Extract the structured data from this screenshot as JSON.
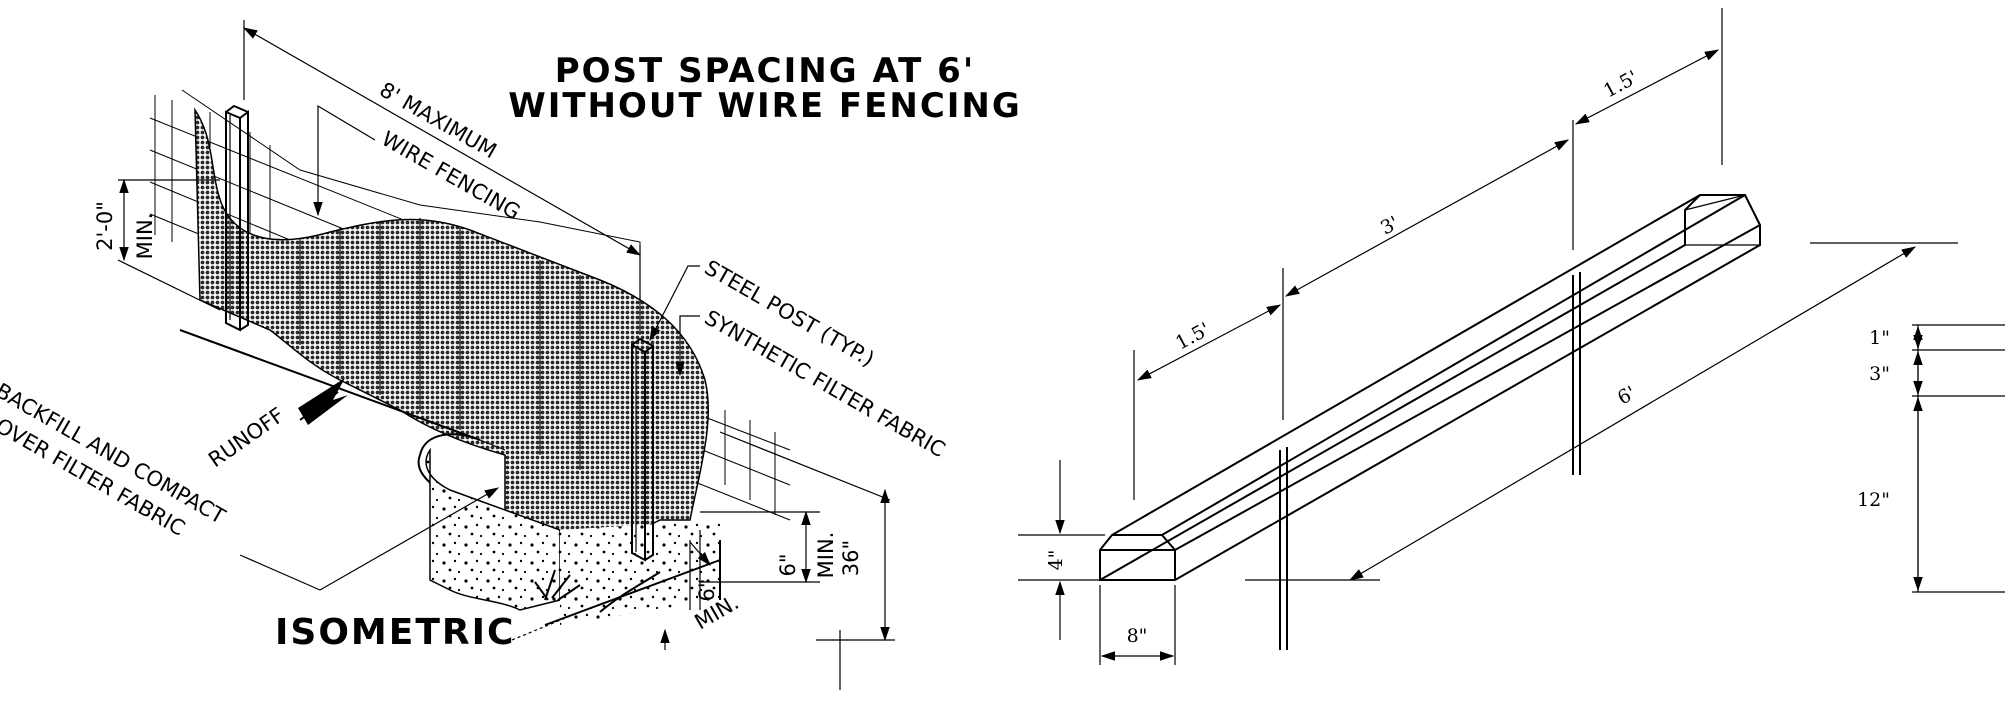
{
  "isometric_view": {
    "title_line1": "POST SPACING AT 6'",
    "title_line2": "WITHOUT WIRE FENCING",
    "spacing_label": "8' MAXIMUM",
    "wire_fencing_label": "WIRE FENCING",
    "steel_post_label": "STEEL POST (TYP.)",
    "filter_fabric_label": "SYNTHETIC FILTER FABRIC",
    "height_label": "2'-0\"",
    "height_min_label": "MIN.",
    "runoff_label": "RUNOFF",
    "backfill_line1": "BACKFILL AND COMPACT",
    "backfill_line2": "OVER FILTER FABRIC",
    "trench_depth_label": "6\"",
    "trench_width_label": "6\"",
    "trench_width_min_label": "MIN.",
    "post_embed_min_label": "MIN.",
    "post_embed_label": "36\"",
    "view_label": "ISOMETRIC"
  },
  "concrete_block": {
    "dim_top_1": "1.5'",
    "dim_middle": "3'",
    "dim_left_1": "1.5'",
    "dim_length": "6'",
    "dim_height": "4\"",
    "dim_width": "8\""
  },
  "section_dims": {
    "dim_a": "1\"",
    "dim_b": "3\"",
    "dim_c": "12\""
  },
  "colors": {
    "line": "#000000",
    "background": "#ffffff",
    "fabric": "#333333"
  }
}
